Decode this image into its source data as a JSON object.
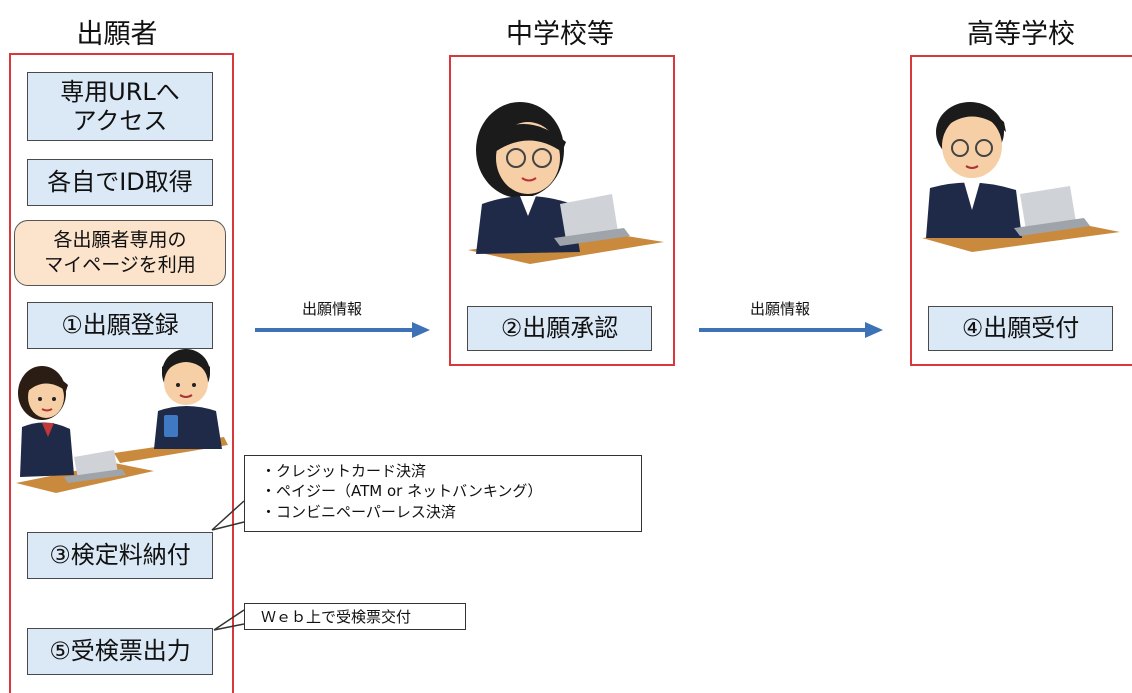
{
  "columns": {
    "applicant": "出願者",
    "middle_school": "中学校等",
    "high_school": "高等学校"
  },
  "applicant_steps": {
    "access": "専用URLへ\nアクセス",
    "get_id": "各自でID取得",
    "mypage": "各出願者専用の\nマイページを利用",
    "register": "①出願登録",
    "pay_fee": "③検定料納付",
    "print_ticket": "⑤受検票出力"
  },
  "middle_step": "②出願承認",
  "high_step": "④出願受付",
  "arrows": {
    "first_label": "出願情報",
    "second_label": "出願情報"
  },
  "payment_callout": {
    "items": [
      "・クレジットカード決済",
      "・ペイジー（ATM or ネットバンキング）",
      "・コンビニペーパーレス決済"
    ]
  },
  "ticket_callout": "Ｗｅｂ上で受検票交付",
  "colors": {
    "lane_border": "#d9383a",
    "step_fill": "#dbe8f6",
    "mypage_fill": "#fbe3cc",
    "arrow": "#3d72b6"
  }
}
